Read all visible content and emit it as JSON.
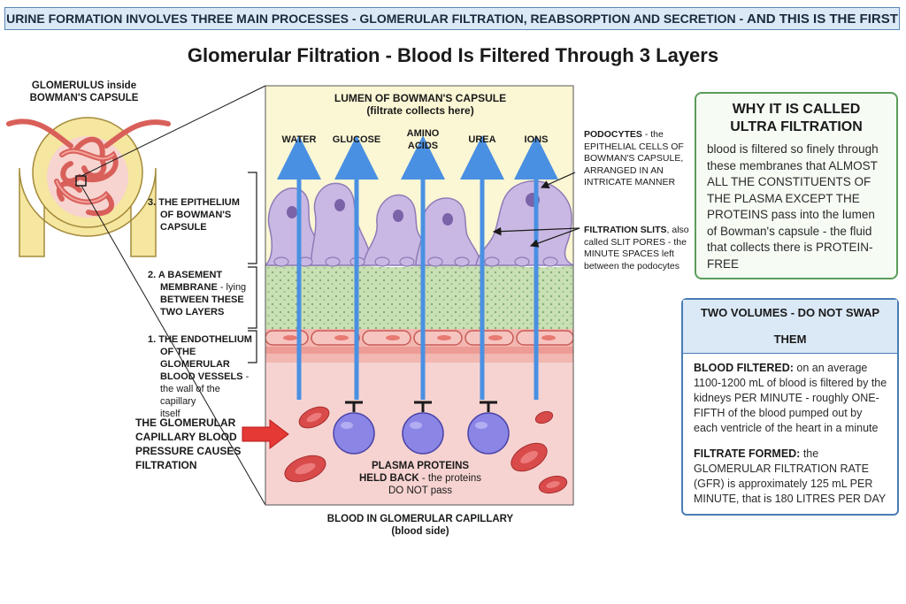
{
  "banner": {
    "text": "URINE FORMATION INVOLVES THREE MAIN PROCESSES - GLOMERULAR FILTRATION, REABSORPTION AND SECRETION -",
    "emphasis": "AND THIS IS THE FIRST"
  },
  "title": "Glomerular Filtration - Blood Is Filtered Through 3 Layers",
  "glomerulus_label": {
    "line1": "GLOMERULUS inside",
    "line2": "BOWMAN'S CAPSULE"
  },
  "lumen_label": {
    "line1": "LUMEN OF BOWMAN'S CAPSULE",
    "line2": "(filtrate collects here)"
  },
  "substances": [
    "WATER",
    "GLUCOSE",
    "AMINO ACIDS",
    "UREA",
    "IONS"
  ],
  "layers": {
    "epithelium": {
      "line1": "3. THE EPITHELIUM",
      "line2": "OF BOWMAN'S",
      "line3": "CAPSULE"
    },
    "basement": {
      "line1": "2. A BASEMENT",
      "line2_bold": "MEMBRANE",
      "line2_normal": " - lying",
      "line3": "BETWEEN THESE",
      "line4": "TWO LAYERS"
    },
    "endothelium": {
      "line1": "1. THE ENDOTHELIUM",
      "line2": "OF THE GLOMERULAR",
      "line3_bold": "BLOOD VESSELS",
      "line3_normal": " -",
      "line4": "the wall of the capillary",
      "line5": "itself"
    }
  },
  "podocytes": {
    "bold": "PODOCYTES",
    "normal": " - the",
    "line2": "EPITHELIAL CELLS OF",
    "line3": "BOWMAN'S CAPSULE,",
    "line4": "ARRANGED IN AN",
    "line5": "INTRICATE MANNER"
  },
  "slits": {
    "bold": "FILTRATION SLITS",
    "normal": ", also",
    "line2": "called SLIT PORES - the",
    "line3": "MINUTE SPACES left",
    "line4": "between the podocytes"
  },
  "pressure": {
    "line1": "THE GLOMERULAR",
    "line2": "CAPILLARY BLOOD",
    "line3": "PRESSURE CAUSES",
    "line4": "FILTRATION"
  },
  "proteins": {
    "line1": "PLASMA PROTEINS",
    "line2_bold": "HELD BACK",
    "line2_normal": " - the proteins",
    "line3": "DO NOT pass"
  },
  "blood_side": {
    "line1": "BLOOD IN GLOMERULAR CAPILLARY",
    "line2": "(blood side)"
  },
  "ultra": {
    "heading1": "WHY IT IS CALLED",
    "heading2": "ULTRA FILTRATION",
    "text": "blood is filtered so finely through these membranes that ALMOST ALL THE CONSTITUENTS OF THE PLASMA EXCEPT THE PROTEINS pass into the lumen of Bowman's capsule - the fluid that collects there is PROTEIN-FREE"
  },
  "volumes": {
    "heading": "TWO VOLUMES - DO NOT SWAP THEM",
    "blood_label": "BLOOD FILTERED:",
    "blood_text": " on an average 1100-1200 mL of blood is filtered by the kidneys PER MINUTE - roughly ONE-FIFTH of the blood pumped out by each ventricle of the heart in a minute",
    "filtrate_label": "FILTRATE FORMED:",
    "filtrate_text": " the GLOMERULAR FILTRATION RATE (GFR) is approximately 125 mL PER MINUTE, that is 180 LITRES PER DAY"
  },
  "colors": {
    "lumen": "#fbf6d4",
    "podocyte": "#c9b8e3",
    "basement": "#c9dfb4",
    "endothelium": "#f1b3ad",
    "blood": "#f6d3d1",
    "arrow": "#4a90e2",
    "protein": "#8b85e6",
    "rbc": "#d94a4a"
  }
}
